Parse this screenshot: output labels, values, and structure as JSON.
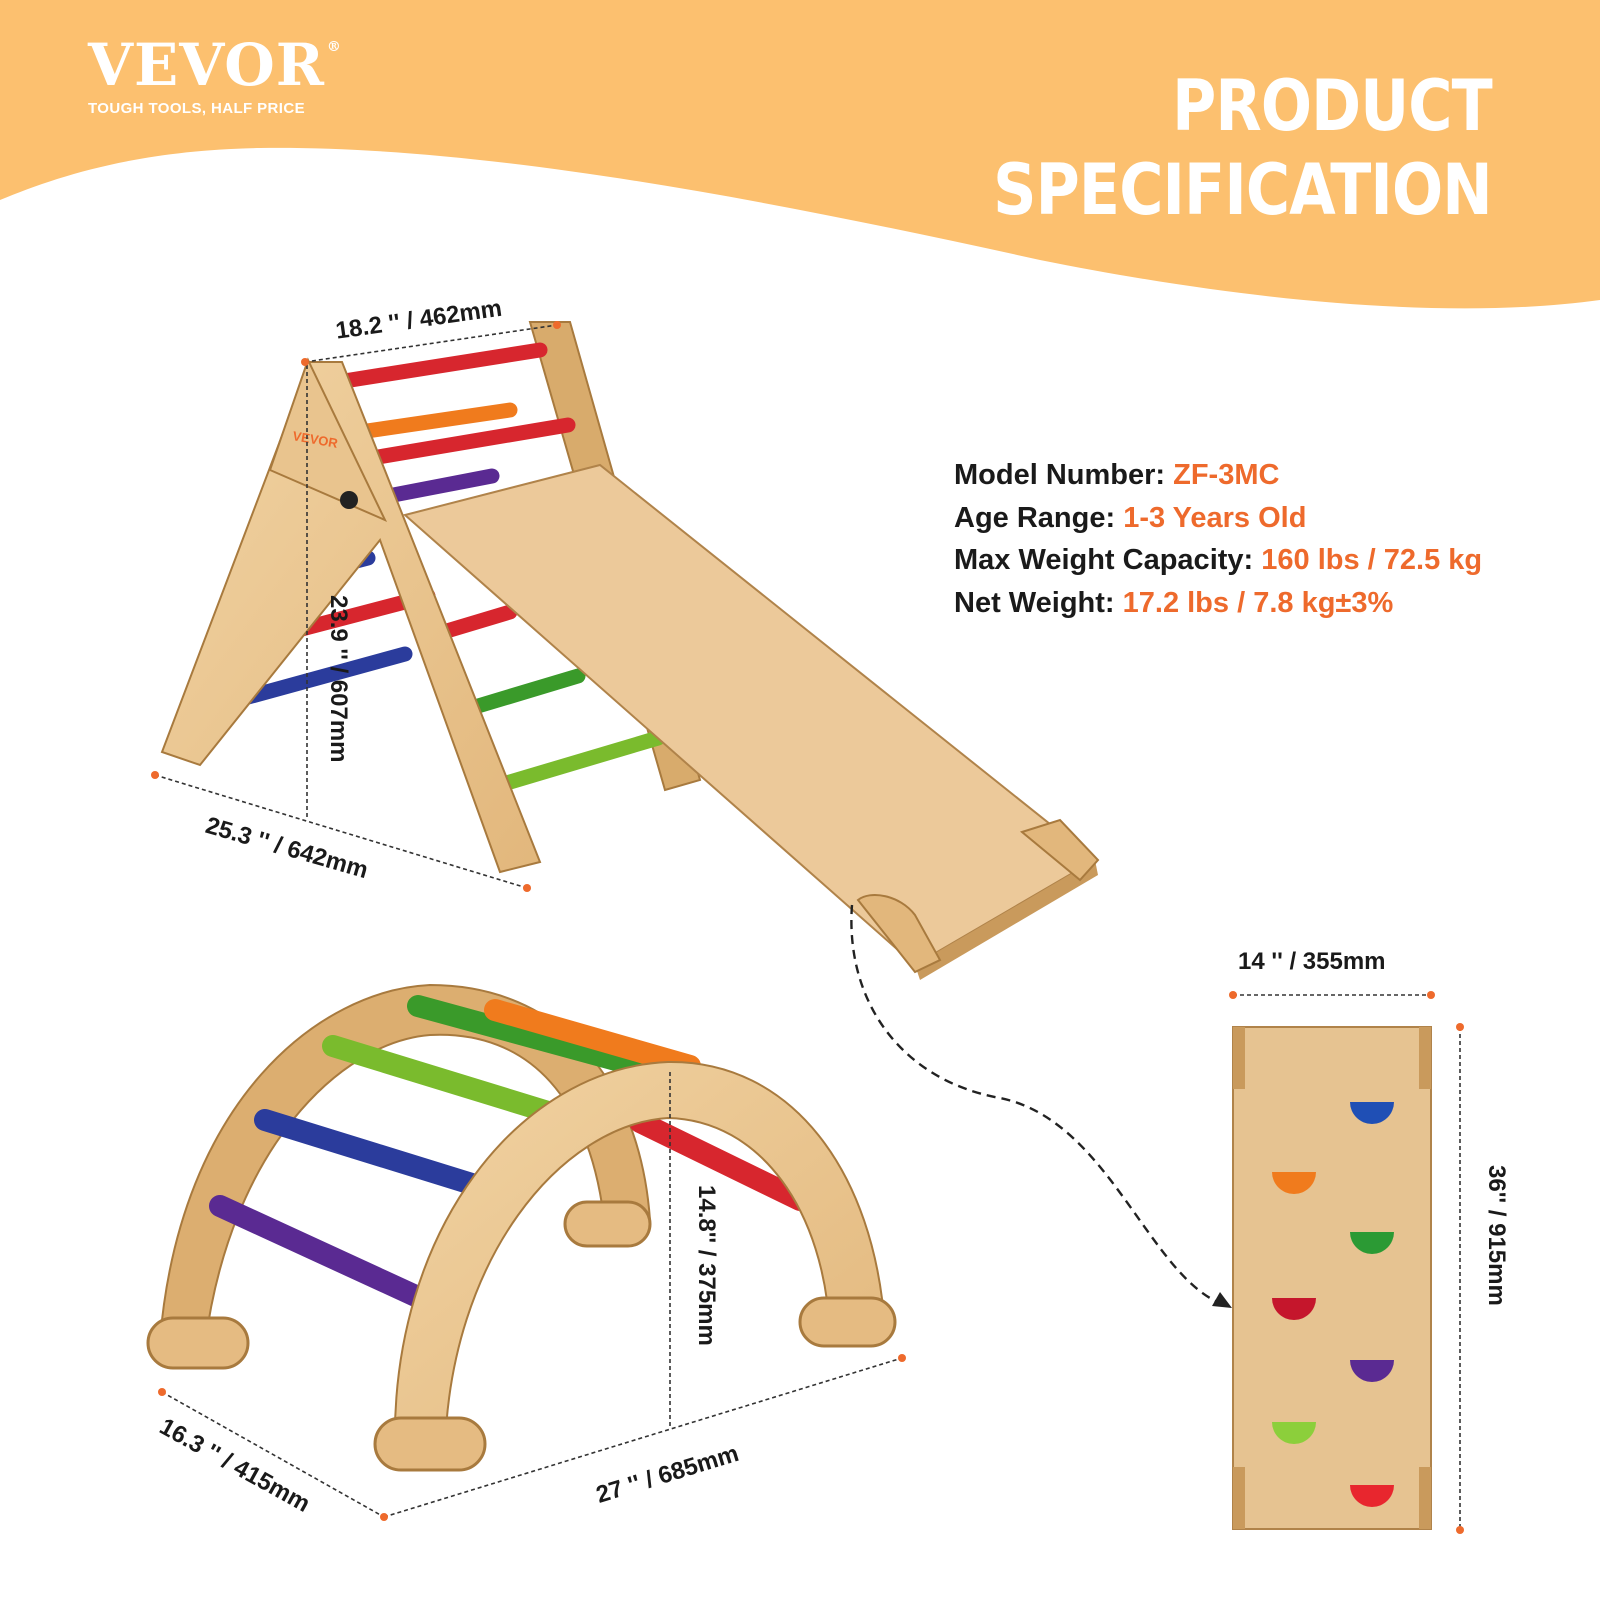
{
  "brand": {
    "name": "VEVOR",
    "registered": "®",
    "tagline": "TOUGH TOOLS, HALF PRICE"
  },
  "headline": {
    "line1": "PRODUCT",
    "line2": "SPECIFICATION"
  },
  "specs": [
    {
      "label": "Model Number",
      "value": "ZF-3MC"
    },
    {
      "label": "Age Range",
      "value": "1-3 Years Old"
    },
    {
      "label": "Max Weight Capacity",
      "value": "160 lbs / 72.5 kg"
    },
    {
      "label": "Net Weight",
      "value": "17.2 lbs / 7.8 kg±3%"
    }
  ],
  "dimensions": {
    "triangle_top_width": "18.2 '' / 462mm",
    "triangle_height": "23.9 '' / 607mm",
    "triangle_depth": "25.3 '' / 642mm",
    "board_width": "14 '' / 355mm",
    "board_length": "36'' / 915mm",
    "arch_height": "14.8'' / 375mm",
    "arch_width": "16.3 '' / 415mm",
    "arch_length": "27 '' / 685mm"
  },
  "illustration_label": "VEVOR",
  "colors": {
    "banner": "#fcc06f",
    "accent": "#ee6a2c",
    "wood": "#e8c48f",
    "wood_dark": "#c99a5c"
  }
}
